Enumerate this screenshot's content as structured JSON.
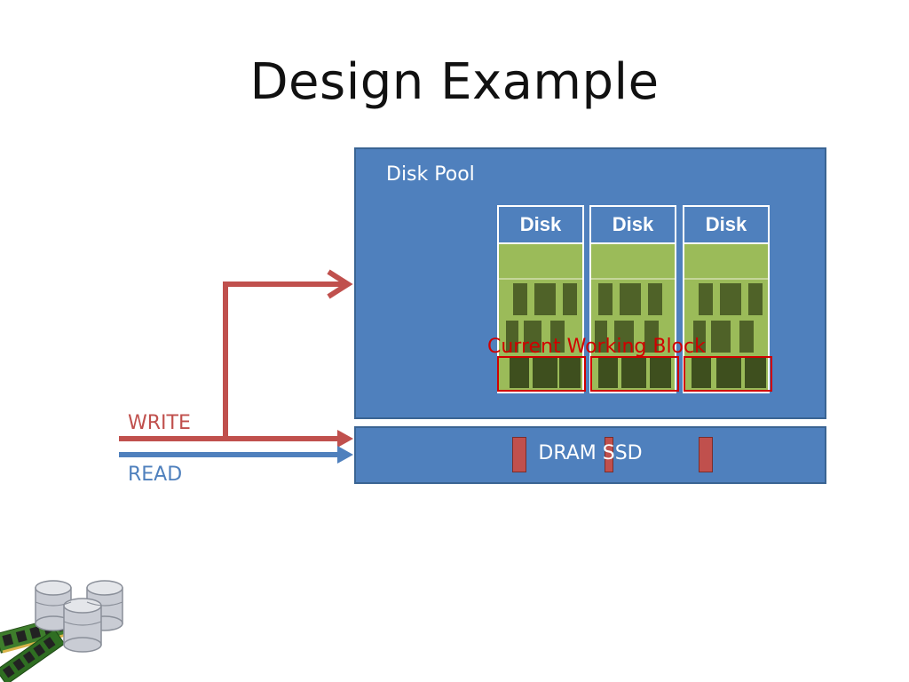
{
  "slide": {
    "title": "Design Example"
  },
  "diagram": {
    "disk_pool_label": "Disk Pool",
    "disks": [
      {
        "label": "Disk"
      },
      {
        "label": "Disk"
      },
      {
        "label": "Disk"
      }
    ],
    "current_working_block_label": "Current Working Block",
    "ssd_label": "DRAM SSD",
    "write_label": "WRITE",
    "read_label": "READ"
  },
  "colors": {
    "pool_blue": "#4f80bd",
    "disk_green": "#9bbb59",
    "block_dark_green": "#4f6228",
    "write_red": "#c0504d",
    "read_blue": "#4f80bd",
    "highlight_red": "#d00000"
  },
  "icons": {
    "logo": "database-memory-icon"
  }
}
